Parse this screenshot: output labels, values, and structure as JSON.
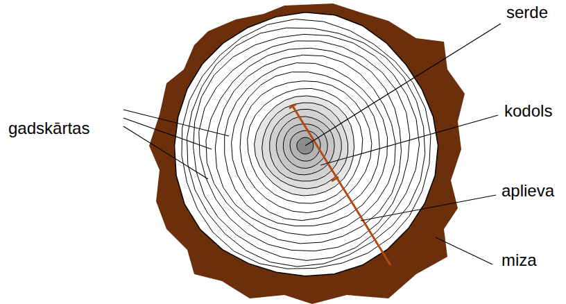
{
  "diagram": {
    "labels": [
      "gadskārtas",
      "serde",
      "kodols",
      "aplieva",
      "miza"
    ]
  }
}
